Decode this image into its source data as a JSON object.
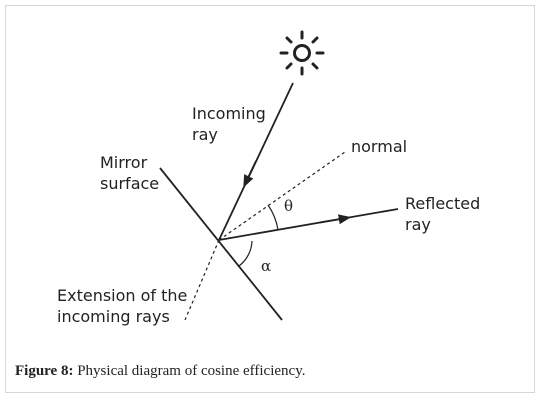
{
  "diagram": {
    "labels": {
      "incoming_ray": [
        "Incoming",
        "ray"
      ],
      "normal": "normal",
      "mirror_surface": [
        "Mirror",
        "surface"
      ],
      "reflected_ray": [
        "Reflected",
        "ray"
      ],
      "extension": [
        "Extension of the",
        "incoming rays"
      ],
      "theta": "θ",
      "alpha": "α"
    },
    "icons": {
      "sun": "sun-icon"
    },
    "colors": {
      "line": "#222222",
      "frame_border": "#d6d6d6"
    }
  },
  "caption": {
    "label": "Figure 8:",
    "text": "Physical diagram of cosine efficiency."
  }
}
